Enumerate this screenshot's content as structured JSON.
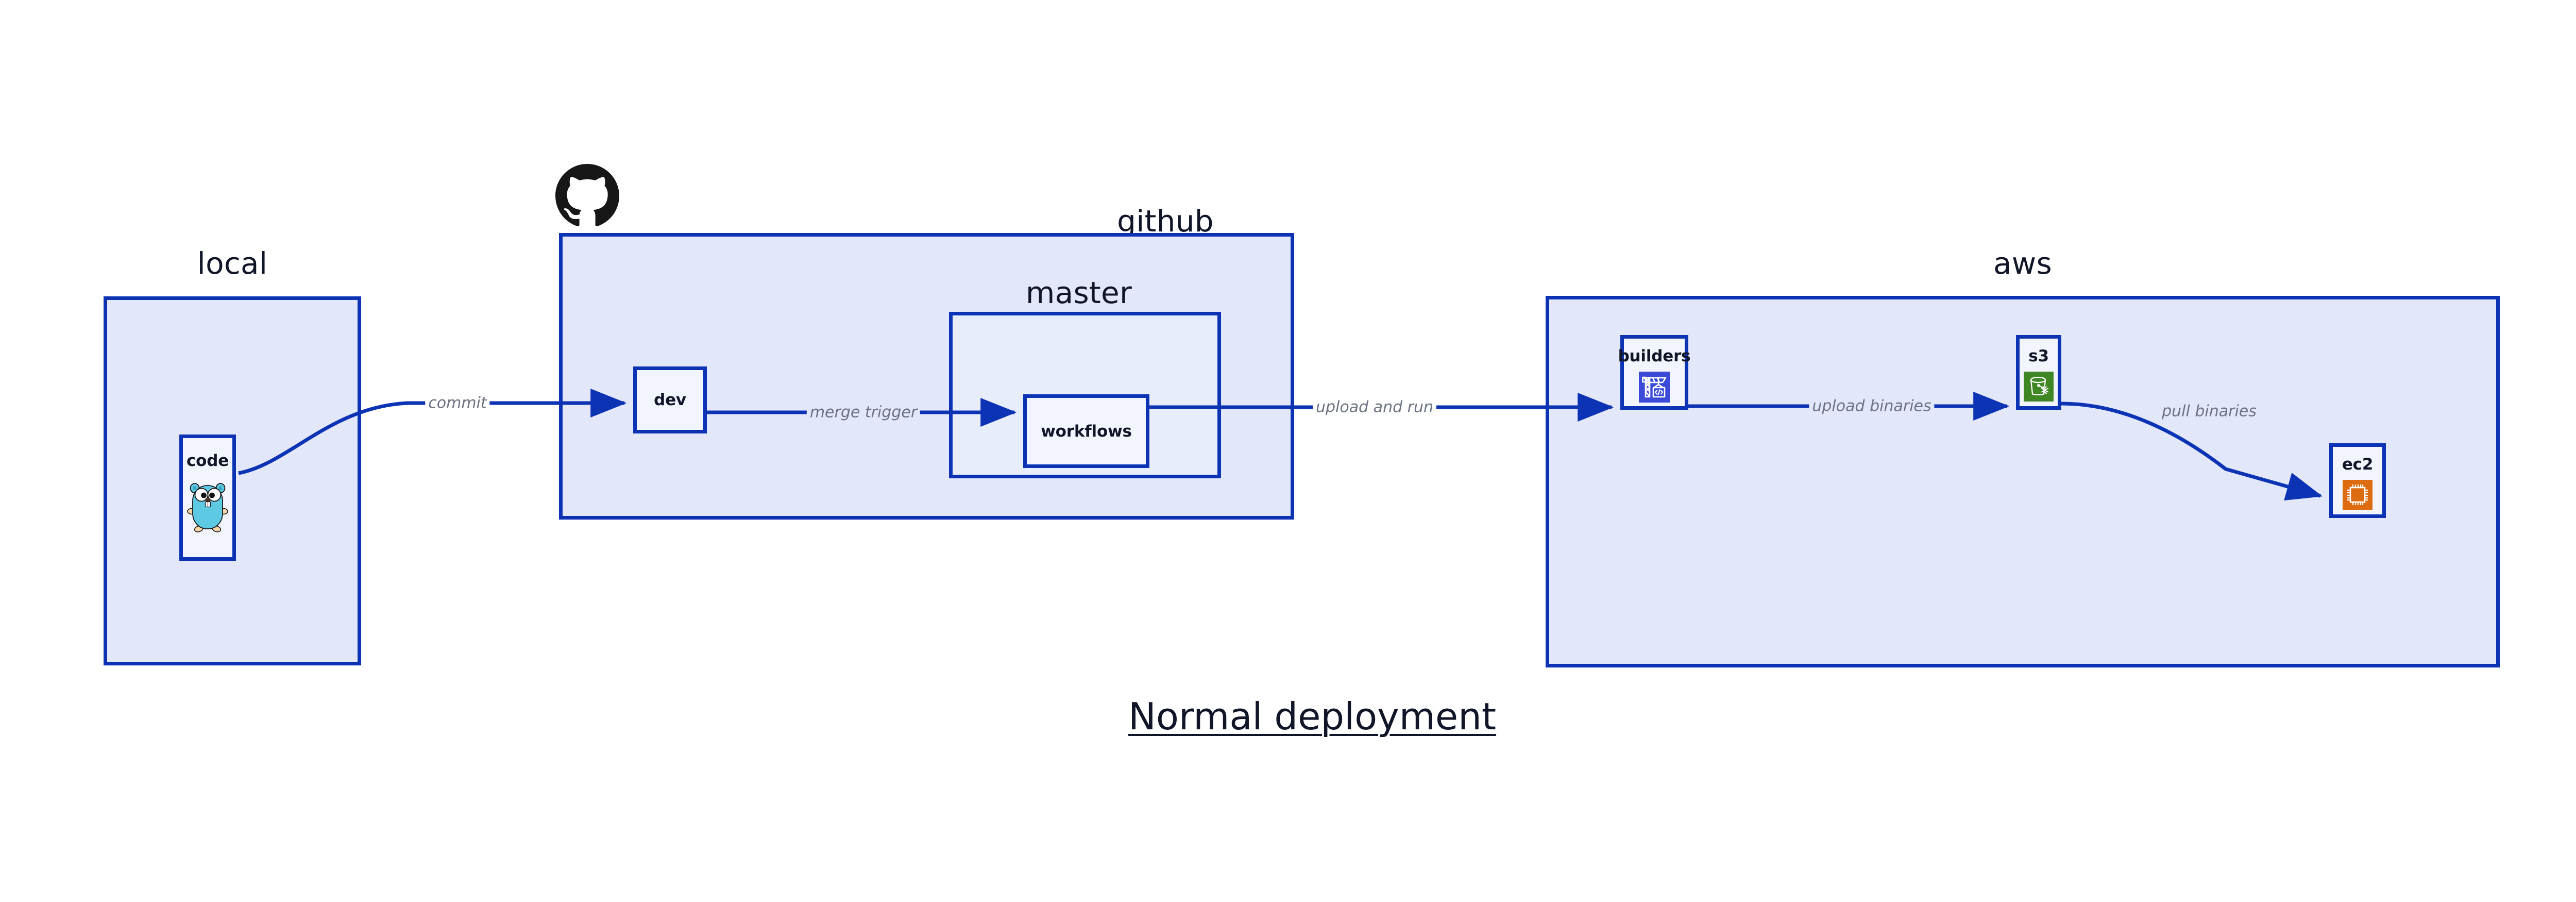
{
  "diagram": {
    "title": "Normal deployment",
    "colors": {
      "border_blue": "#0d33b5",
      "group_fill": "#e2e7fa",
      "node_fill": "#f2f5fd",
      "label_text": "#101528",
      "edge_label_text": "#6b7280",
      "gopher_cyan": "#5dc9e2",
      "codebuild_blue": "#3b4bd8",
      "s3_green": "#3f8624",
      "ec2_orange": "#dd6b10",
      "github_black": "#181717",
      "page_background": "#ffffff"
    },
    "groups": [
      {
        "id": "local",
        "label": "local"
      },
      {
        "id": "github",
        "label": "github"
      },
      {
        "id": "aws",
        "label": "aws"
      }
    ],
    "subgroups": [
      {
        "id": "master",
        "label": "master",
        "parent": "github"
      }
    ],
    "nodes": [
      {
        "id": "code",
        "label": "code",
        "icon": "go-gopher-icon",
        "group": "local"
      },
      {
        "id": "dev",
        "label": "dev",
        "icon": null,
        "group": "github"
      },
      {
        "id": "workflows",
        "label": "workflows",
        "icon": null,
        "group": "master"
      },
      {
        "id": "builders",
        "label": "builders",
        "icon": "aws-codebuild-icon",
        "group": "aws"
      },
      {
        "id": "s3",
        "label": "s3",
        "icon": "aws-s3-bucket-icon",
        "group": "aws"
      },
      {
        "id": "ec2",
        "label": "ec2",
        "icon": "aws-ec2-chip-icon",
        "group": "aws"
      }
    ],
    "edges": [
      {
        "id": "commit",
        "label": "commit",
        "from": "code",
        "to": "dev",
        "style": "curved"
      },
      {
        "id": "merge-trigger",
        "label": "merge trigger",
        "from": "dev",
        "to": "workflows",
        "style": "straight"
      },
      {
        "id": "upload-and-run",
        "label": "upload and run",
        "from": "workflows",
        "to": "builders",
        "style": "straight"
      },
      {
        "id": "upload-binaries",
        "label": "upload binaries",
        "from": "builders",
        "to": "s3",
        "style": "straight"
      },
      {
        "id": "pull-binaries",
        "label": "pull binaries",
        "from": "s3",
        "to": "ec2",
        "style": "curved"
      }
    ],
    "icons": {
      "github_logo": "github-octocat-icon"
    }
  }
}
